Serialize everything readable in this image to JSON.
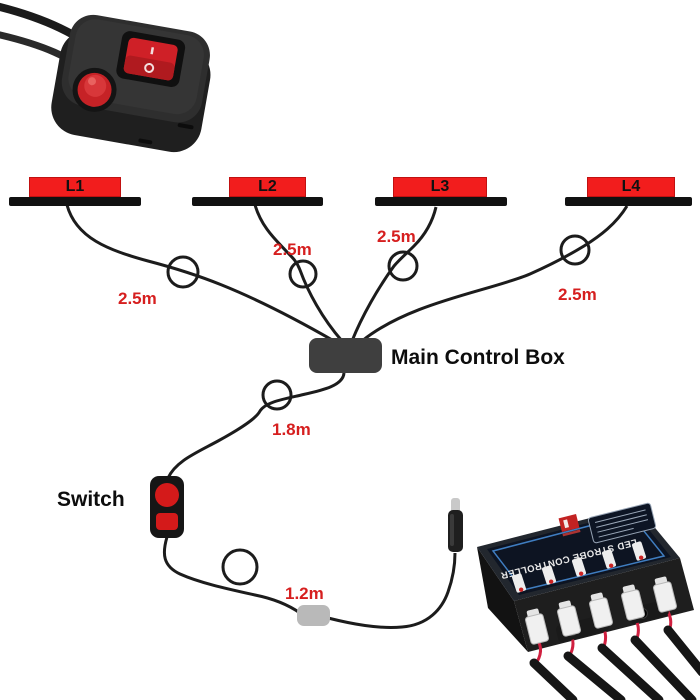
{
  "diagram": {
    "lights": [
      {
        "label": "L1",
        "wire_length": "2.5m"
      },
      {
        "label": "L2",
        "wire_length": "2.5m"
      },
      {
        "label": "L3",
        "wire_length": "2.5m"
      },
      {
        "label": "L4",
        "wire_length": "2.5m"
      }
    ],
    "main_control_box": {
      "label": "Main Control Box"
    },
    "switch": {
      "label": "Switch"
    },
    "wire_segments": {
      "control_box_to_switch": "1.8m",
      "switch_to_controller": "1.2m"
    },
    "controller": {
      "panel_text": "LED STROBE CONTROLLER"
    },
    "colors": {
      "background": "#ffffff",
      "wire": "#1c1c1c",
      "light_red": "#f21d1d",
      "label_red": "#d61f1f",
      "bar_black": "#111111",
      "control_box_gray": "#3f3f3f",
      "inline_connector_gray": "#b9b9b9",
      "switch_red": "#d41a1a",
      "controller_panel_navy": "#0d1422",
      "controller_panel_blue": "#3f7dc0"
    }
  }
}
